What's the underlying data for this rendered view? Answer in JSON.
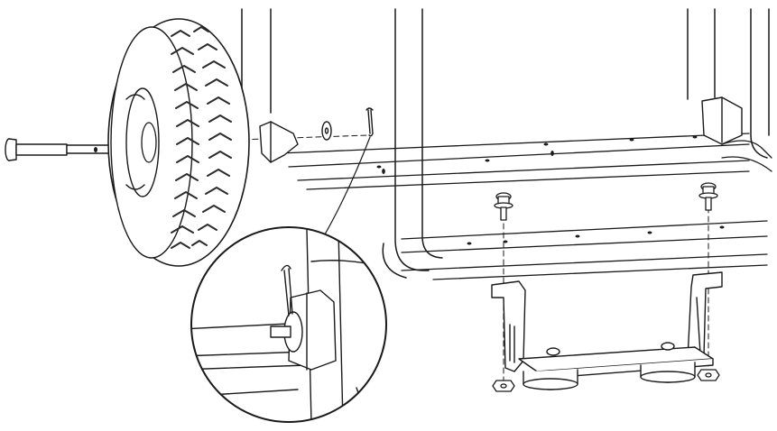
{
  "diagram": {
    "kind": "assembly-illustration",
    "style": "black line art on white",
    "components": [
      "axle-pin",
      "wheel",
      "washer",
      "cotter-pin",
      "frame",
      "frame-rail",
      "flange-bolts",
      "motor-mount-bracket",
      "rubber-isolators",
      "hex-nuts",
      "detail-magnifier"
    ],
    "colors": {
      "line": "#1a1a1a",
      "background": "#ffffff",
      "tread": "#2b2b2b",
      "shade": "#e6e6e6"
    }
  }
}
